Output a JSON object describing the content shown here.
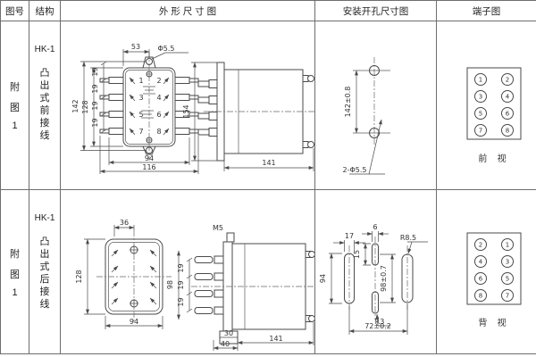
{
  "page": {
    "bg": "#ffffff",
    "line_color": "#4a4a4a",
    "border_color": "#6e6e6e",
    "text_color": "#333333"
  },
  "header": {
    "figure_no": "图号",
    "structure": "结构",
    "outline": "外 形 尺 寸 图",
    "mounting": "安装开孔尺寸图",
    "terminal": "端子图"
  },
  "rows": [
    {
      "figure": {
        "chars": [
          "附",
          "图",
          "1"
        ]
      },
      "structure": {
        "model": "HK-1",
        "type_chars": [
          "凸",
          "出",
          "式",
          "前",
          "接",
          "线"
        ]
      },
      "outline": {
        "front": {
          "dim_top": "53",
          "hole_label": "Φ5.5",
          "dim_height_outer": "142",
          "dim_height_inner": "128",
          "dim_pitch": [
            "19",
            "19",
            "19",
            "19"
          ],
          "dim_width_inner": "94",
          "dim_width_outer": "116",
          "terminals": [
            "1",
            "2",
            "3",
            "4",
            "5",
            "6",
            "7",
            "8"
          ]
        },
        "side": {
          "dim_height": "154",
          "dim_depth": "141"
        }
      },
      "mounting": {
        "dim_vertical": "142±0.8",
        "holes_label": "2-Φ5.5"
      },
      "terminal": {
        "pins": [
          [
            "1",
            "2"
          ],
          [
            "3",
            "4"
          ],
          [
            "5",
            "6"
          ],
          [
            "7",
            "8"
          ]
        ],
        "view_label": "前 视"
      }
    },
    {
      "figure": {
        "chars": [
          "附",
          "图",
          "1"
        ]
      },
      "structure": {
        "model": "HK-1",
        "type_chars": [
          "凸",
          "出",
          "式",
          "后",
          "接",
          "线"
        ]
      },
      "outline": {
        "front": {
          "dim_top": "36",
          "dim_height": "128",
          "dim_width": "94"
        },
        "side": {
          "stud_label": "M5",
          "dim_height": "98",
          "dim_pitch": [
            "19",
            "19",
            "19"
          ],
          "dim_foot_inner": "30",
          "dim_foot_outer": "40",
          "dim_depth": "141"
        }
      },
      "mounting": {
        "dim_slot_width": "17",
        "dim_slot_height": "94",
        "dim_center_width": "6",
        "dim_center_height": "15",
        "dim_vertical": "98±0.7",
        "radius_right": "R8.5",
        "radius_center": "R3",
        "dim_horizontal": "72±0.2"
      },
      "terminal": {
        "pins": [
          [
            "2",
            "1"
          ],
          [
            "4",
            "3"
          ],
          [
            "6",
            "5"
          ],
          [
            "8",
            "7"
          ]
        ],
        "view_label": "背 视"
      }
    }
  ]
}
